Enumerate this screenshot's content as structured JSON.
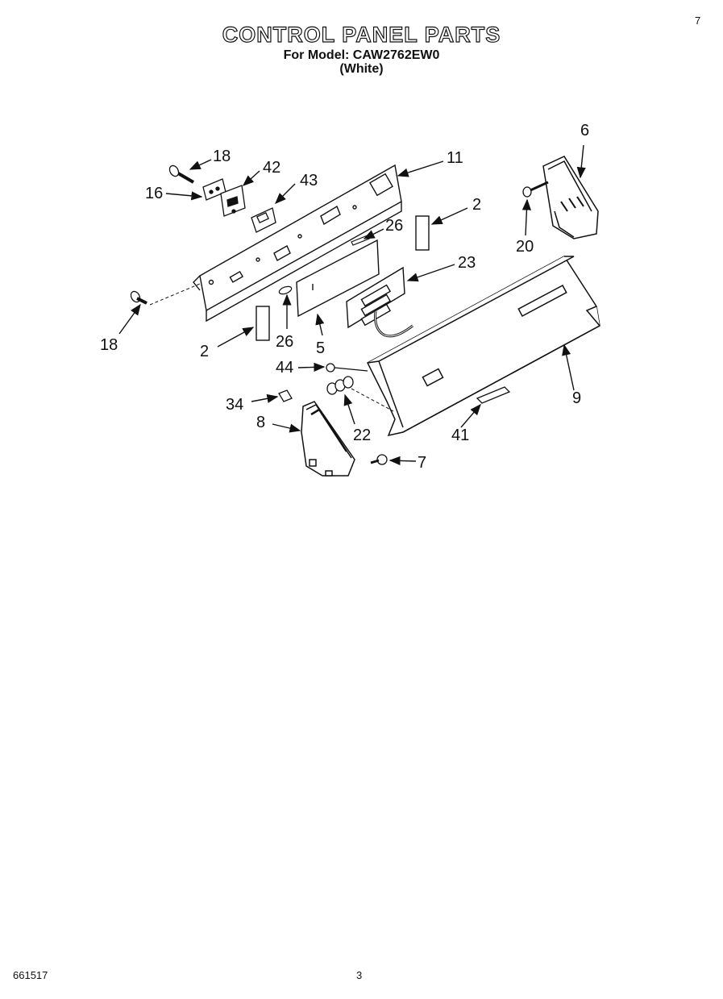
{
  "header": {
    "title": "CONTROL PANEL PARTS",
    "model_line": "For Model: CAW2762EW0",
    "color_line": "(White)"
  },
  "footer": {
    "doc_number": "661517",
    "page": "3"
  },
  "corner_mark": "7",
  "callouts": [
    {
      "key": "c18a",
      "text": "18"
    },
    {
      "key": "c16",
      "text": "16"
    },
    {
      "key": "c42",
      "text": "42"
    },
    {
      "key": "c43",
      "text": "43"
    },
    {
      "key": "c11",
      "text": "11"
    },
    {
      "key": "c6",
      "text": "6"
    },
    {
      "key": "c2a",
      "text": "2"
    },
    {
      "key": "c20",
      "text": "20"
    },
    {
      "key": "c26a",
      "text": "26"
    },
    {
      "key": "c23",
      "text": "23"
    },
    {
      "key": "c18b",
      "text": "18"
    },
    {
      "key": "c2b",
      "text": "2"
    },
    {
      "key": "c26b",
      "text": "26"
    },
    {
      "key": "c5",
      "text": "5"
    },
    {
      "key": "c44",
      "text": "44"
    },
    {
      "key": "c9",
      "text": "9"
    },
    {
      "key": "c34",
      "text": "34"
    },
    {
      "key": "c8",
      "text": "8"
    },
    {
      "key": "c22",
      "text": "22"
    },
    {
      "key": "c41",
      "text": "41"
    },
    {
      "key": "c7",
      "text": "7"
    }
  ]
}
